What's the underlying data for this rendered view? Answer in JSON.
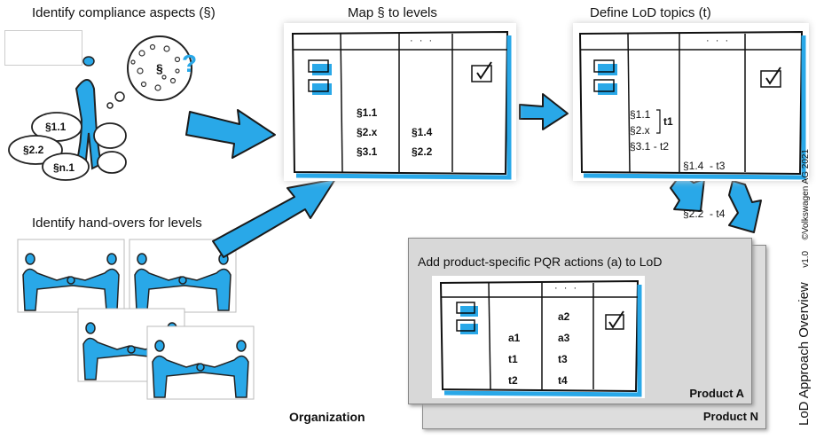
{
  "headings": {
    "identify_compliance": "Identify compliance aspects (§)",
    "map_levels": "Map § to levels",
    "define_lod": "Define LoD topics (t)",
    "identify_handovers": "Identify hand-overs for levels",
    "add_pqr": "Add product-specific PQR actions (a) to LoD",
    "organization": "Organization"
  },
  "bubble": {
    "symbol": "§",
    "question": "?"
  },
  "speech_bubbles": [
    "§1.1",
    "§2.2",
    "§n.1"
  ],
  "map_table": {
    "dots": "· · ·",
    "col1": [
      "§1.1",
      "§2.x",
      "§3.1"
    ],
    "col2": [
      "§1.4",
      "§2.2"
    ]
  },
  "lod_table": {
    "dots": "· · ·",
    "col1": [
      "§1.1",
      "§2.x",
      "§3.1 - t2"
    ],
    "t1": "t1",
    "col2": [
      "§1.4  - t3",
      "§2.2  - t4"
    ]
  },
  "product_table": {
    "dots": "· · ·",
    "col1": [
      "a1",
      "t1",
      "t2"
    ],
    "col2": [
      "a2",
      "a3",
      "t3",
      "t4"
    ]
  },
  "products": {
    "front": "Product A",
    "back": "Product N"
  },
  "side": {
    "title": "LoD Approach Overview",
    "version": "v1.0",
    "copyright": "©Volkswagen AG 2021"
  }
}
